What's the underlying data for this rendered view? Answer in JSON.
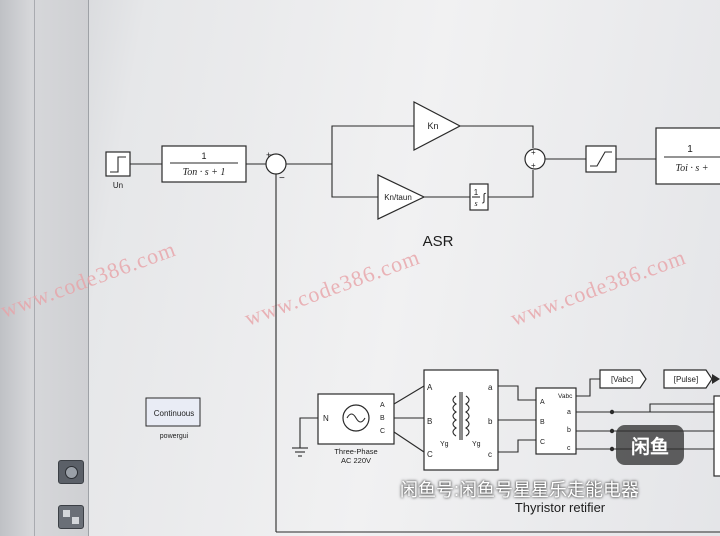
{
  "blocks": {
    "step_label": "Un",
    "tf1_num": "1",
    "tf1_den": "Ton · s + 1",
    "gain_kn": "Kn",
    "gain_kntaun": "Kn/taun",
    "integrator_num": "1",
    "integrator_den": "s",
    "tf2_num": "1",
    "tf2_den": "Toi · s +",
    "asr_label": "ASR",
    "powergui_text": "Continuous",
    "powergui_label": "powergui",
    "source_label_1": "Three-Phase",
    "source_label_2": "AC 220V",
    "source_port_n": "N",
    "source_port_a": "A",
    "source_port_b": "B",
    "source_port_c": "C",
    "tx_port_a": "A",
    "tx_port_b": "B",
    "tx_port_c": "C",
    "tx_out_a": "a",
    "tx_out_b": "b",
    "tx_out_c": "c",
    "tx_yg_left": "Yg",
    "tx_yg_right": "Yg",
    "meas_title": "Vabc",
    "meas_port_a": "A",
    "meas_port_b": "B",
    "meas_port_c": "C",
    "meas_out_a": "a",
    "meas_out_b": "b",
    "meas_out_c": "c",
    "goto_vabc": "[Vabc]",
    "goto_pulse": "[Pulse]",
    "thyristor_label": "Thyristor retifier"
  },
  "watermark": "www.code386.com",
  "overlay": {
    "caption": "闲鱼号:闲鱼号星星乐走能电器",
    "logo": "闲鱼"
  }
}
